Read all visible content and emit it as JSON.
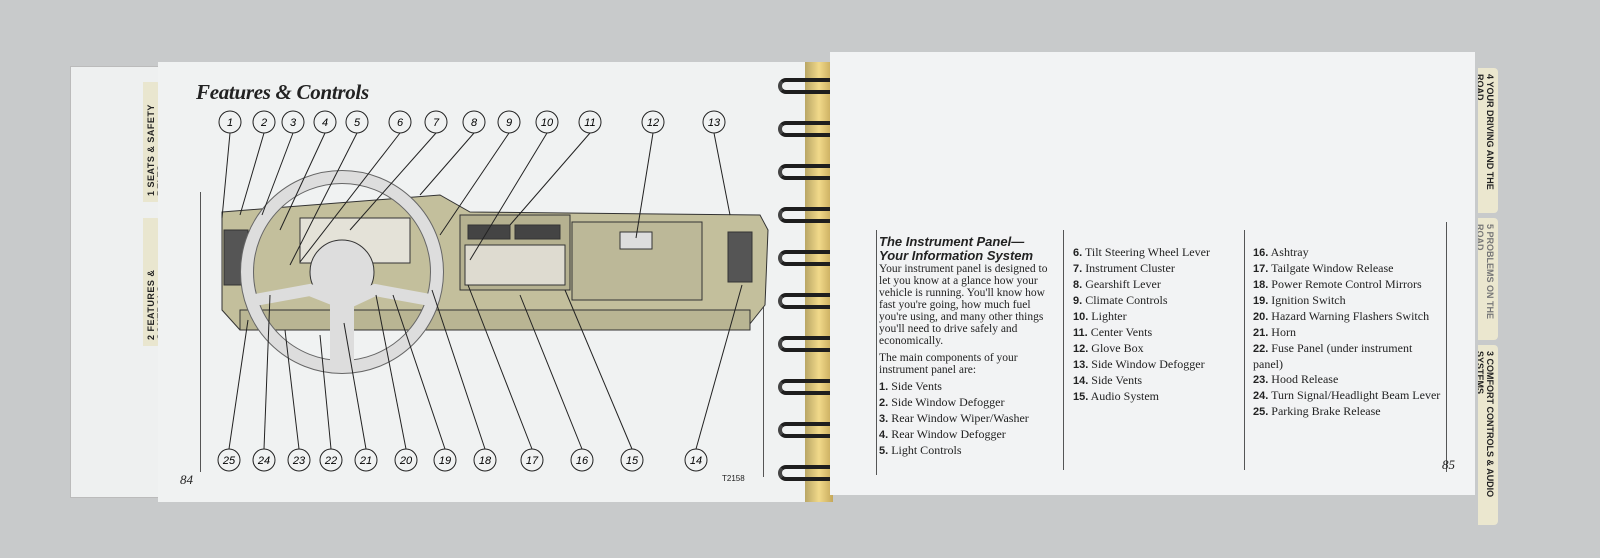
{
  "left_page": {
    "title": "Features & Controls",
    "page_number": "84",
    "figure_code": "T2158",
    "tabs": [
      {
        "num": "1",
        "label": "SEATS & SAFETY BELTS"
      },
      {
        "num": "2",
        "label": "FEATURES & CONTROLS"
      }
    ],
    "callouts_top": [
      "1",
      "2",
      "3",
      "4",
      "5",
      "6",
      "7",
      "8",
      "9",
      "10",
      "11",
      "12",
      "13"
    ],
    "callouts_bottom": [
      "25",
      "24",
      "23",
      "22",
      "21",
      "20",
      "19",
      "18",
      "17",
      "16",
      "15",
      "14"
    ]
  },
  "right_page": {
    "heading_line1": "The Instrument Panel—",
    "heading_line2": "Your Information System",
    "intro": "Your instrument panel is designed to let you know at a glance how your vehicle is running. You'll know how fast you're going, how much fuel you're using, and many other things you'll need to drive safely and economically.",
    "lead": "The main components of your instrument panel are:",
    "items": [
      {
        "n": "1.",
        "t": "Side Vents"
      },
      {
        "n": "2.",
        "t": "Side Window Defogger"
      },
      {
        "n": "3.",
        "t": "Rear Window Wiper/Washer"
      },
      {
        "n": "4.",
        "t": "Rear Window Defogger"
      },
      {
        "n": "5.",
        "t": "Light Controls"
      },
      {
        "n": "6.",
        "t": "Tilt Steering Wheel Lever"
      },
      {
        "n": "7.",
        "t": "Instrument Cluster"
      },
      {
        "n": "8.",
        "t": "Gearshift Lever"
      },
      {
        "n": "9.",
        "t": "Climate Controls"
      },
      {
        "n": "10.",
        "t": "Lighter"
      },
      {
        "n": "11.",
        "t": "Center Vents"
      },
      {
        "n": "12.",
        "t": "Glove Box"
      },
      {
        "n": "13.",
        "t": "Side Window Defogger"
      },
      {
        "n": "14.",
        "t": "Side Vents"
      },
      {
        "n": "15.",
        "t": "Audio System"
      },
      {
        "n": "16.",
        "t": "Ashtray"
      },
      {
        "n": "17.",
        "t": "Tailgate Window Release"
      },
      {
        "n": "18.",
        "t": "Power Remote Control Mirrors"
      },
      {
        "n": "19.",
        "t": "Ignition Switch"
      },
      {
        "n": "20.",
        "t": "Hazard Warning Flashers Switch"
      },
      {
        "n": "21.",
        "t": "Horn"
      },
      {
        "n": "22.",
        "t": "Fuse Panel (under instrument panel)"
      },
      {
        "n": "23.",
        "t": "Hood Release"
      },
      {
        "n": "24.",
        "t": "Turn Signal/Headlight Beam Lever"
      },
      {
        "n": "25.",
        "t": "Parking Brake Release"
      }
    ],
    "page_number": "85",
    "tabs": [
      {
        "num": "4",
        "label": "YOUR DRIVING AND THE ROAD"
      },
      {
        "num": "5",
        "label": "PROBLEMS ON THE ROAD"
      },
      {
        "num": "3",
        "label": "COMFORT CONTROLS & AUDIO SYSTEMS"
      }
    ]
  }
}
